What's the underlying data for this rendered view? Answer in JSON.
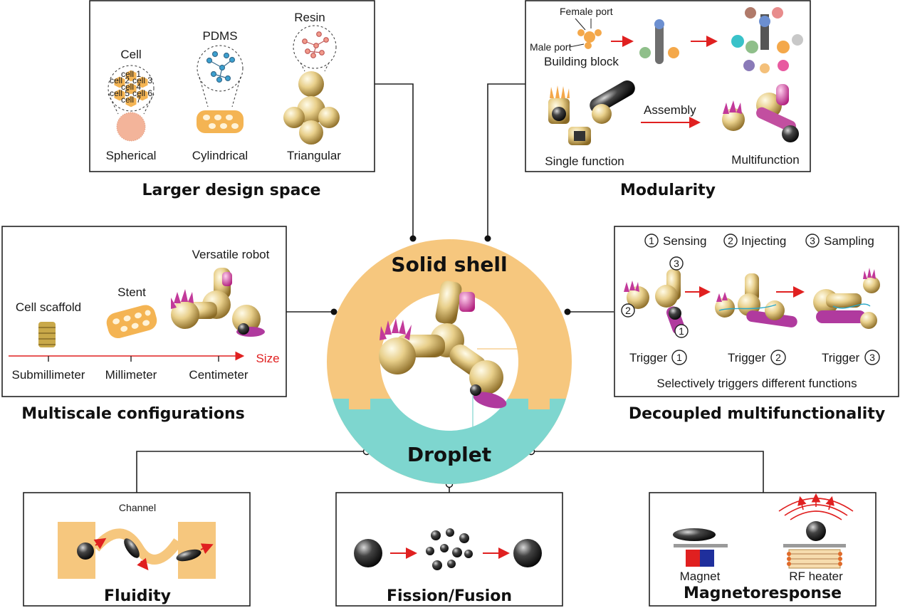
{
  "colors": {
    "shell": "#f6c77e",
    "droplet": "#7ed6cf",
    "arrow": "#e02020",
    "spike": "#c2399a",
    "gold": "#c9a94a"
  },
  "center": {
    "top_label": "Solid shell",
    "bottom_label": "Droplet"
  },
  "design_space": {
    "title": "Larger design space",
    "insets": [
      "Cell",
      "PDMS",
      "Resin"
    ],
    "shapes": [
      "Spherical",
      "Cylindrical",
      "Triangular"
    ],
    "cell_labels": [
      "cell 1",
      "cell 2",
      "cell 3",
      "cell 4",
      "cell 5",
      "cell 6",
      "cell 7"
    ]
  },
  "modularity": {
    "title": "Modularity",
    "female_port": "Female port",
    "male_port": "Male port",
    "building_block": "Building block",
    "assembly": "Assembly",
    "single_function": "Single function",
    "multifunction": "Multifunction"
  },
  "multiscale": {
    "title": "Multiscale configurations",
    "items": [
      "Cell scaffold",
      "Stent",
      "Versatile robot"
    ],
    "scales": [
      "Submillimeter",
      "Millimeter",
      "Centimeter"
    ],
    "axis_label": "Size"
  },
  "decoupled": {
    "title": "Decoupled multifunctionality",
    "functions": [
      {
        "num": "1",
        "label": "Sensing"
      },
      {
        "num": "2",
        "label": "Injecting"
      },
      {
        "num": "3",
        "label": "Sampling"
      }
    ],
    "trigger_label": "Trigger",
    "trigger_nums": [
      "1",
      "2",
      "3"
    ],
    "caption": "Selectively triggers different functions"
  },
  "fluidity": {
    "title": "Fluidity",
    "channel": "Channel"
  },
  "fission": {
    "title": "Fission/Fusion"
  },
  "magneto": {
    "title": "Magnetoresponse",
    "magnet": "Magnet",
    "heater": "RF heater"
  }
}
